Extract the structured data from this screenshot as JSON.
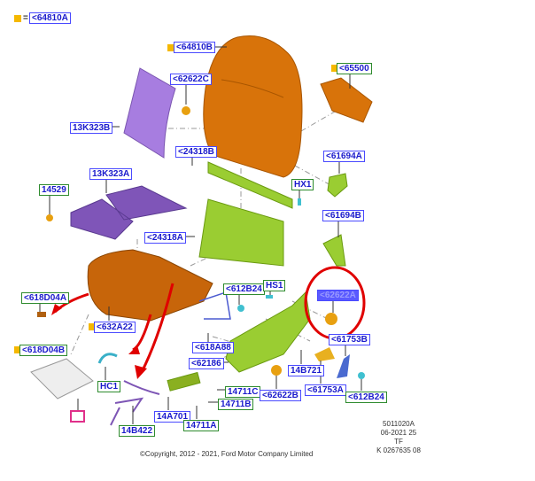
{
  "legend": {
    "equals": "=",
    "label": "<64810A"
  },
  "labels": {
    "l64810B": "<64810B",
    "l62622C": "<62622C",
    "l13K323B": "13K323B",
    "l24318B": "<24318B",
    "l13K323A": "13K323A",
    "l14529": "14529",
    "l24318A": "<24318A",
    "l65500": "<65500",
    "l61694A": "<61694A",
    "lHX1": "HX1",
    "l61694B": "<61694B",
    "l618D04A": "<618D04A",
    "l632A22": "<632A22",
    "l618D04B": "<618D04B",
    "lHC1": "HC1",
    "l14B422": "14B422",
    "l612B24a": "<612B24",
    "l618A88": "<618A88",
    "l62186": "<62186",
    "l14A701": "14A701",
    "l14711C": "14711C",
    "l14711B": "14711B",
    "l14711A": "14711A",
    "lHS1": "HS1",
    "l62622A": "<62622A",
    "l61753B": "<61753B",
    "l14B721": "14B721",
    "l61753A": "<61753A",
    "l612B24b": "<612B24",
    "l62622B": "<62622B"
  },
  "reference": {
    "line1": "5011020A",
    "line2": "06-2021 25",
    "line3": "TF",
    "line4": "K 0267635 08"
  },
  "copyright": "©Copyright, 2012 - 2021, Ford Motor Company Limited",
  "colors": {
    "orange": "#d8730a",
    "purple": "#a77de0",
    "green": "#9acd32",
    "highlight": "#e00000"
  }
}
